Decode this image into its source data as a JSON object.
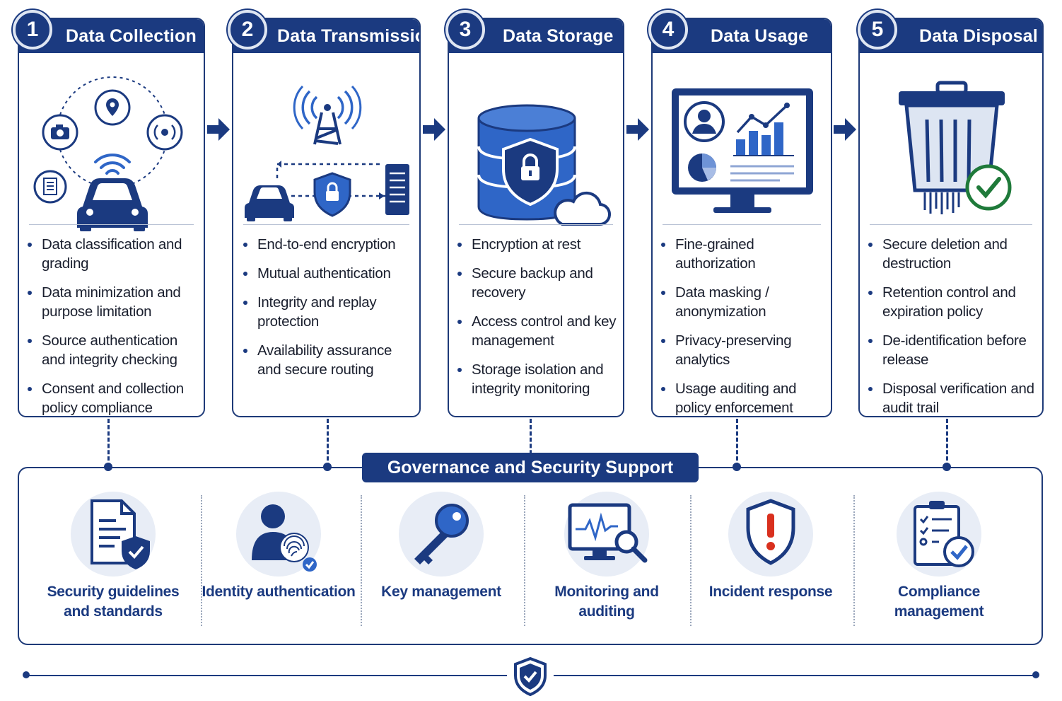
{
  "stages": [
    {
      "num": "1",
      "title": "Data Collection",
      "items": [
        "Data classification and grading",
        "Data minimization and purpose limitation",
        "Source authentication and integrity checking",
        "Consent and collection policy compliance"
      ]
    },
    {
      "num": "2",
      "title": "Data Transmission",
      "items": [
        "End-to-end encryption",
        "Mutual authentication",
        "Integrity and replay protection",
        "Availability assurance and secure routing"
      ]
    },
    {
      "num": "3",
      "title": "Data Storage",
      "items": [
        "Encryption at rest",
        "Secure backup and recovery",
        "Access control and key management",
        "Storage isolation and integrity monitoring"
      ]
    },
    {
      "num": "4",
      "title": "Data Usage",
      "items": [
        "Fine-grained authorization",
        "Data masking / anonymization",
        "Privacy-preserving analytics",
        "Usage auditing and policy enforcement"
      ]
    },
    {
      "num": "5",
      "title": "Data Disposal",
      "items": [
        "Secure deletion and destruction",
        "Retention control and expiration policy",
        "De-identification before release",
        "Disposal verification and audit trail"
      ]
    }
  ],
  "governance": {
    "title": "Governance and Security Support",
    "items": [
      {
        "label": "Security guidelines and standards",
        "icon": "document-shield-icon"
      },
      {
        "label": "Identity authentication",
        "icon": "user-fingerprint-icon"
      },
      {
        "label": "Key management",
        "icon": "key-icon"
      },
      {
        "label": "Monitoring and auditing",
        "icon": "monitor-magnifier-icon"
      },
      {
        "label": "Incident response",
        "icon": "shield-alert-icon"
      },
      {
        "label": "Compliance management",
        "icon": "clipboard-check-icon"
      }
    ]
  },
  "colors": {
    "primary": "#1b3a80",
    "accent": "#3f6fc4",
    "check": "#1f7a3a",
    "alert": "#d9301e"
  }
}
